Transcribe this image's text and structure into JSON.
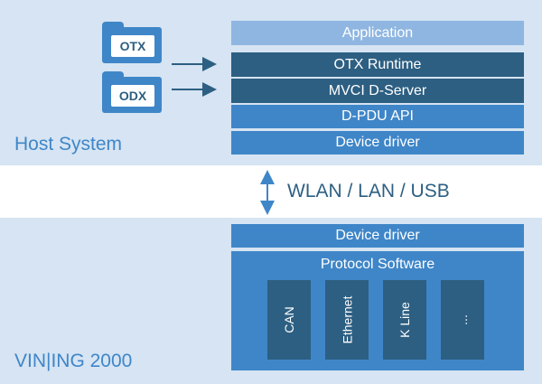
{
  "host": {
    "label": "Host System",
    "folders": [
      {
        "label": "OTX"
      },
      {
        "label": "ODX"
      }
    ],
    "layers": [
      {
        "label": "Application"
      },
      {
        "label": "OTX Runtime"
      },
      {
        "label": "MVCI D-Server"
      },
      {
        "label": "D-PDU API"
      },
      {
        "label": "Device driver"
      }
    ]
  },
  "connection": {
    "label": "WLAN / LAN / USB"
  },
  "vci": {
    "label": "VIN|ING 2000",
    "driver": "Device driver",
    "protocol_title": "Protocol Software",
    "protocols": [
      "CAN",
      "Ethernet",
      "K Line",
      "..."
    ]
  },
  "colors": {
    "band": "#d6e4f3",
    "accent": "#3f86c8",
    "dark": "#2d5f82",
    "light": "#8fb6e1"
  }
}
